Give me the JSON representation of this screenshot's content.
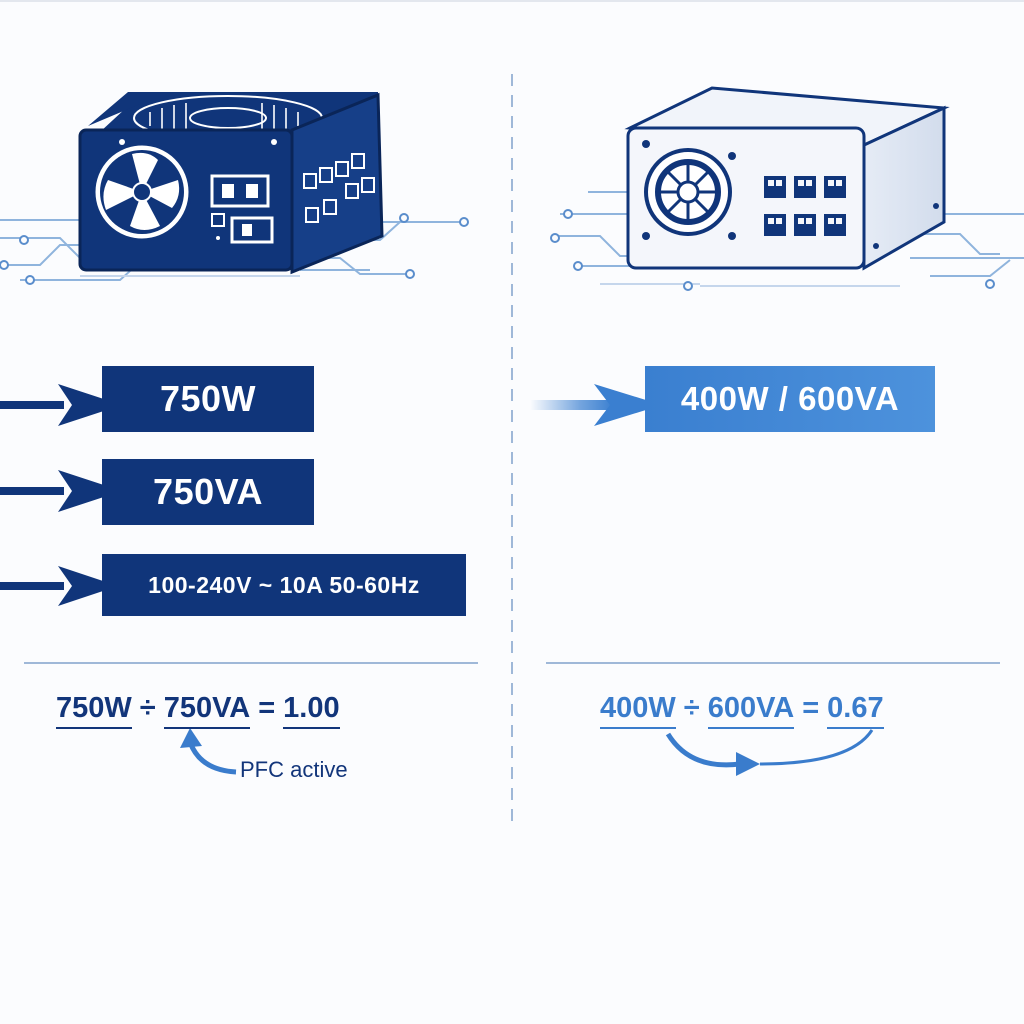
{
  "colors": {
    "navy": "#10357a",
    "blue": "#3a7fd0",
    "circuit": "#8fb4dd",
    "divider": "#9fb8d8",
    "background": "#fbfcfe"
  },
  "left_panel": {
    "device_icon": "psu-dark-icon",
    "labels": {
      "watts": "750W",
      "va": "750VA",
      "input_rating": "100-240V ~ 10A 50-60Hz"
    },
    "equation": {
      "watts": "750W",
      "operator": "÷",
      "va": "750VA",
      "equals": "=",
      "result": "1.00"
    },
    "note": "PFC active"
  },
  "right_panel": {
    "device_icon": "psu-light-icon",
    "labels": {
      "rating": "400W / 600VA"
    },
    "equation": {
      "watts": "400W",
      "operator": "÷",
      "va": "600VA",
      "equals": "=",
      "result": "0.67"
    }
  }
}
